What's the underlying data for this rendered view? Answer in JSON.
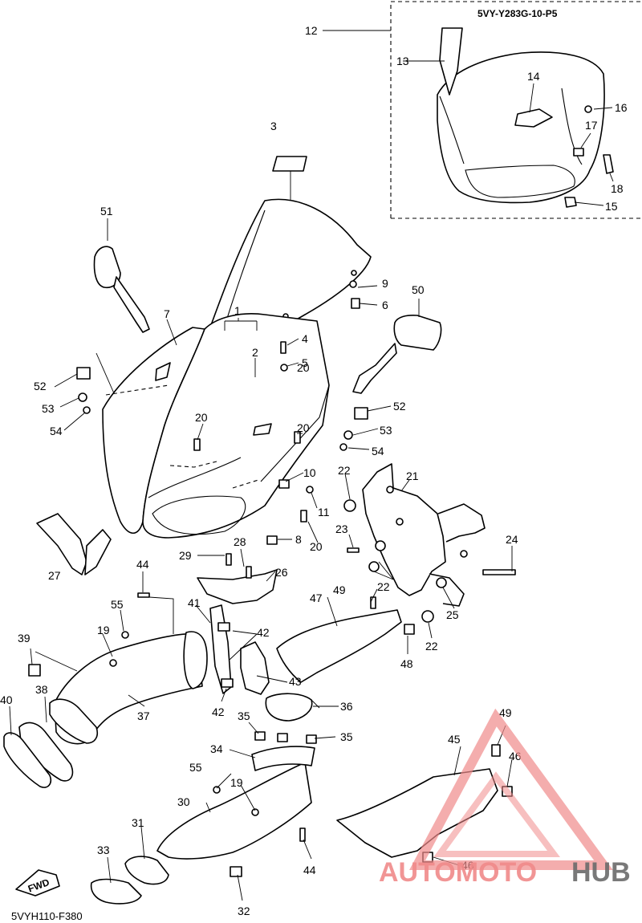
{
  "header_code": "5VY-Y283G-10-P5",
  "footer_code": "5VYH110-F380",
  "fwd_label": "FWD",
  "watermark": {
    "part1": "AUTOMOTO",
    "part2": "HUB",
    "accent": "#f08a8a",
    "dark": "#6b6b6b"
  },
  "callouts": {
    "c1": "1",
    "c2": "2",
    "c3": "3",
    "c4": "4",
    "c5": "5",
    "c6": "6",
    "c7": "7",
    "c8": "8",
    "c9": "9",
    "c10": "10",
    "c11": "11",
    "c12": "12",
    "c13": "13",
    "c14": "14",
    "c15": "15",
    "c16": "16",
    "c17": "17",
    "c18": "18",
    "c19a": "19",
    "c19b": "19",
    "c20a": "20",
    "c20b": "20",
    "c20c": "20",
    "c20d": "20",
    "c21": "21",
    "c22a": "22",
    "c22b": "22",
    "c22c": "22",
    "c23": "23",
    "c24": "24",
    "c25": "25",
    "c26": "26",
    "c27": "27",
    "c28": "28",
    "c29": "29",
    "c30": "30",
    "c31": "31",
    "c32": "32",
    "c33": "33",
    "c34": "34",
    "c35a": "35",
    "c35b": "35",
    "c36": "36",
    "c37": "37",
    "c38": "38",
    "c39": "39",
    "c40": "40",
    "c41": "41",
    "c42a": "42",
    "c42b": "42",
    "c43": "43",
    "c44a": "44",
    "c44b": "44",
    "c45": "45",
    "c46a": "46",
    "c46b": "46",
    "c47": "47",
    "c48": "48",
    "c49a": "49",
    "c49b": "49",
    "c50": "50",
    "c51": "51",
    "c52a": "52",
    "c52b": "52",
    "c53a": "53",
    "c53b": "53",
    "c54a": "54",
    "c54b": "54",
    "c55a": "55",
    "c55b": "55"
  }
}
